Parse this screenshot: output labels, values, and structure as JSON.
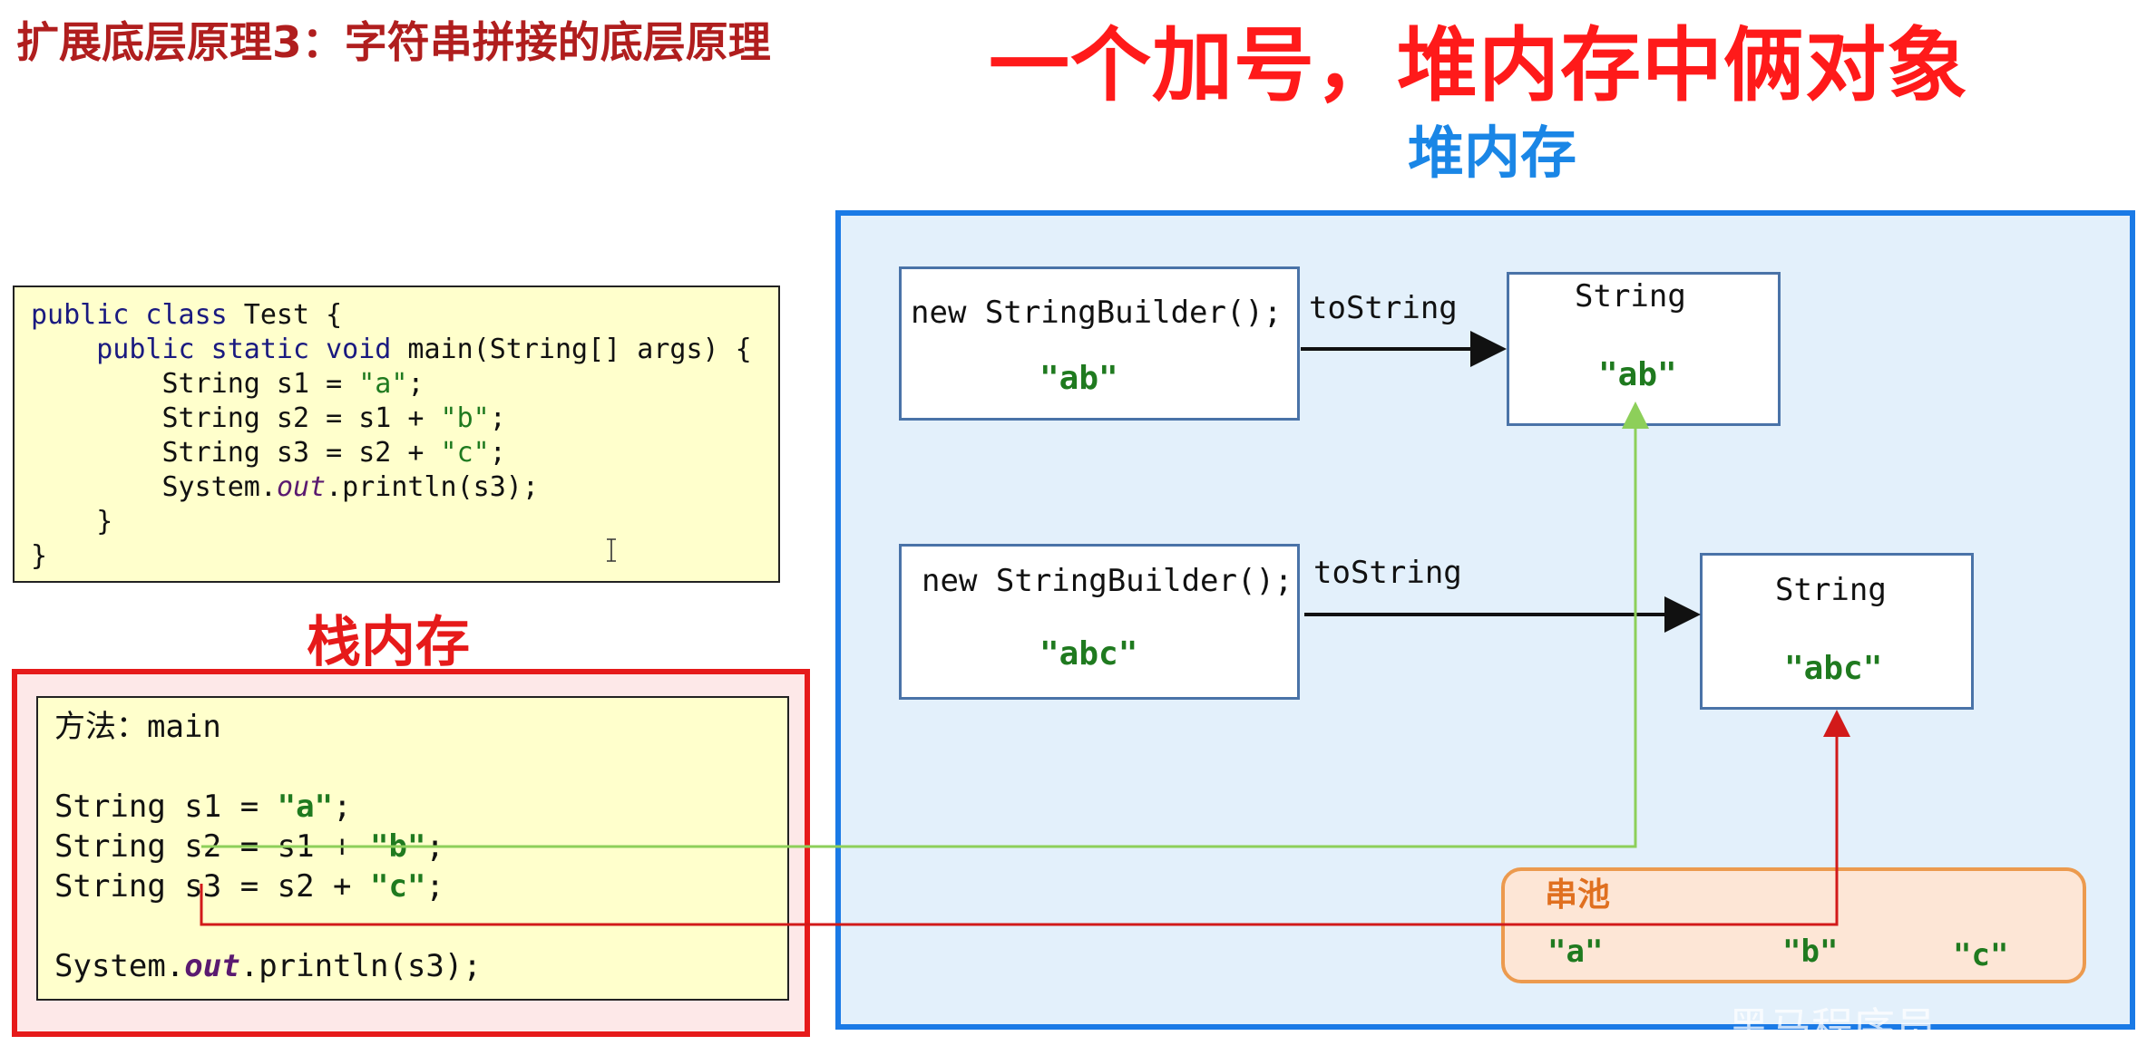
{
  "slide": {
    "subtitle": "扩展底层原理3：字符串拼接的底层原理",
    "headline": "一个加号，堆内存中俩对象",
    "heap_title": "堆内存",
    "stack_title": "栈内存",
    "watermark": "黑马程序员"
  },
  "code": {
    "line1_kw": "public class",
    "line1_rest": " Test {",
    "line2_kw": "    public static void",
    "line2_rest": " main(String[] args) {",
    "line3_a": "        String s1 = ",
    "line3_str": "\"a\"",
    "line3_end": ";",
    "line4_a": "        String s2 = s1 + ",
    "line4_str": "\"b\"",
    "line4_end": ";",
    "line5_a": "        String s3 = s2 + ",
    "line5_str": "\"c\"",
    "line5_end": ";",
    "line6_a": "        System.",
    "line6_it": "out",
    "line6_end": ".println(s3);",
    "line7": "    }",
    "line8": "}"
  },
  "stack": {
    "method": "方法：main",
    "s1_a": "String s1 = ",
    "s1_str": "\"a\"",
    "s1_end": ";",
    "s2_a": "String s2 = s1 + ",
    "s2_str": "\"b\"",
    "s2_end": ";",
    "s3_a": "String s3 = s2 + ",
    "s3_str": "\"c\"",
    "s3_end": ";",
    "print_a": "System.",
    "print_it": "out",
    "print_end": ".println(s3);"
  },
  "heap": {
    "sb1": {
      "title": "new StringBuilder();",
      "value": "\"ab\""
    },
    "sb2": {
      "title": "new StringBuilder();",
      "value": "\"abc\""
    },
    "str1": {
      "title": "String",
      "value": "\"ab\""
    },
    "str2": {
      "title": "String",
      "value": "\"abc\""
    },
    "arrow1_label": "toString",
    "arrow2_label": "toString"
  },
  "pool": {
    "label": "串池",
    "values": [
      "\"a\"",
      "\"b\"",
      "\"c\""
    ]
  },
  "colors": {
    "heap_border": "#1a7ae6",
    "stack_border": "#e61a1a",
    "pool_border": "#ec9a4e",
    "green_link": "#8dcf5a",
    "red_link": "#d21a1a",
    "string_value": "#1f7a1f"
  },
  "icons": {
    "cursor": "text-cursor-icon"
  }
}
